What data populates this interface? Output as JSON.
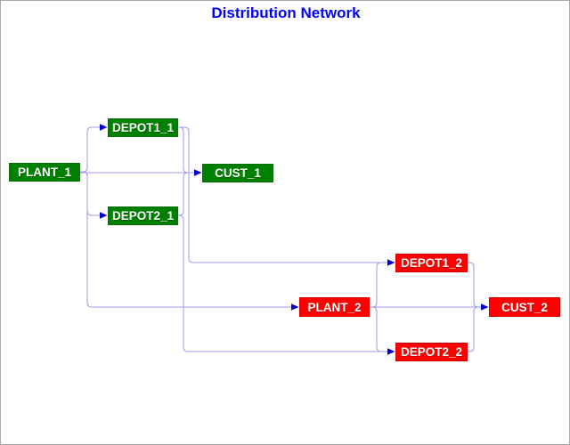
{
  "title": {
    "text": "Distribution Network",
    "color": "#0000ff"
  },
  "diagram": {
    "nodes": [
      {
        "id": "plant-1",
        "label": "PLANT_1",
        "group": "period-1",
        "color": "#008000"
      },
      {
        "id": "depot1-1",
        "label": "DEPOT1_1",
        "group": "period-1",
        "color": "#008000"
      },
      {
        "id": "depot2-1",
        "label": "DEPOT2_1",
        "group": "period-1",
        "color": "#008000"
      },
      {
        "id": "cust-1",
        "label": "CUST_1",
        "group": "period-1",
        "color": "#008000"
      },
      {
        "id": "plant-2",
        "label": "PLANT_2",
        "group": "period-2",
        "color": "#ff0000"
      },
      {
        "id": "depot1-2",
        "label": "DEPOT1_2",
        "group": "period-2",
        "color": "#ff0000"
      },
      {
        "id": "depot2-2",
        "label": "DEPOT2_2",
        "group": "period-2",
        "color": "#ff0000"
      },
      {
        "id": "cust-2",
        "label": "CUST_2",
        "group": "period-2",
        "color": "#ff0000"
      }
    ],
    "edges": [
      {
        "from": "PLANT_1",
        "to": "DEPOT1_1"
      },
      {
        "from": "PLANT_1",
        "to": "DEPOT2_1"
      },
      {
        "from": "PLANT_1",
        "to": "CUST_1"
      },
      {
        "from": "PLANT_1",
        "to": "PLANT_2"
      },
      {
        "from": "DEPOT1_1",
        "to": "CUST_1"
      },
      {
        "from": "DEPOT1_1",
        "to": "DEPOT1_2"
      },
      {
        "from": "DEPOT2_1",
        "to": "CUST_1"
      },
      {
        "from": "DEPOT2_1",
        "to": "DEPOT2_2"
      },
      {
        "from": "PLANT_2",
        "to": "DEPOT1_2"
      },
      {
        "from": "PLANT_2",
        "to": "DEPOT2_2"
      },
      {
        "from": "PLANT_2",
        "to": "CUST_2"
      },
      {
        "from": "DEPOT1_2",
        "to": "CUST_2"
      },
      {
        "from": "DEPOT2_2",
        "to": "CUST_2"
      }
    ],
    "colors": {
      "period_1_node": "#008000",
      "period_2_node": "#ff0000",
      "edge_line": "#9b9bec",
      "arrowhead": "#0000cc",
      "node_text": "#ffffff",
      "title_text": "#0000ff",
      "canvas_border": "#a9a9a9",
      "background": "#ffffff"
    }
  }
}
